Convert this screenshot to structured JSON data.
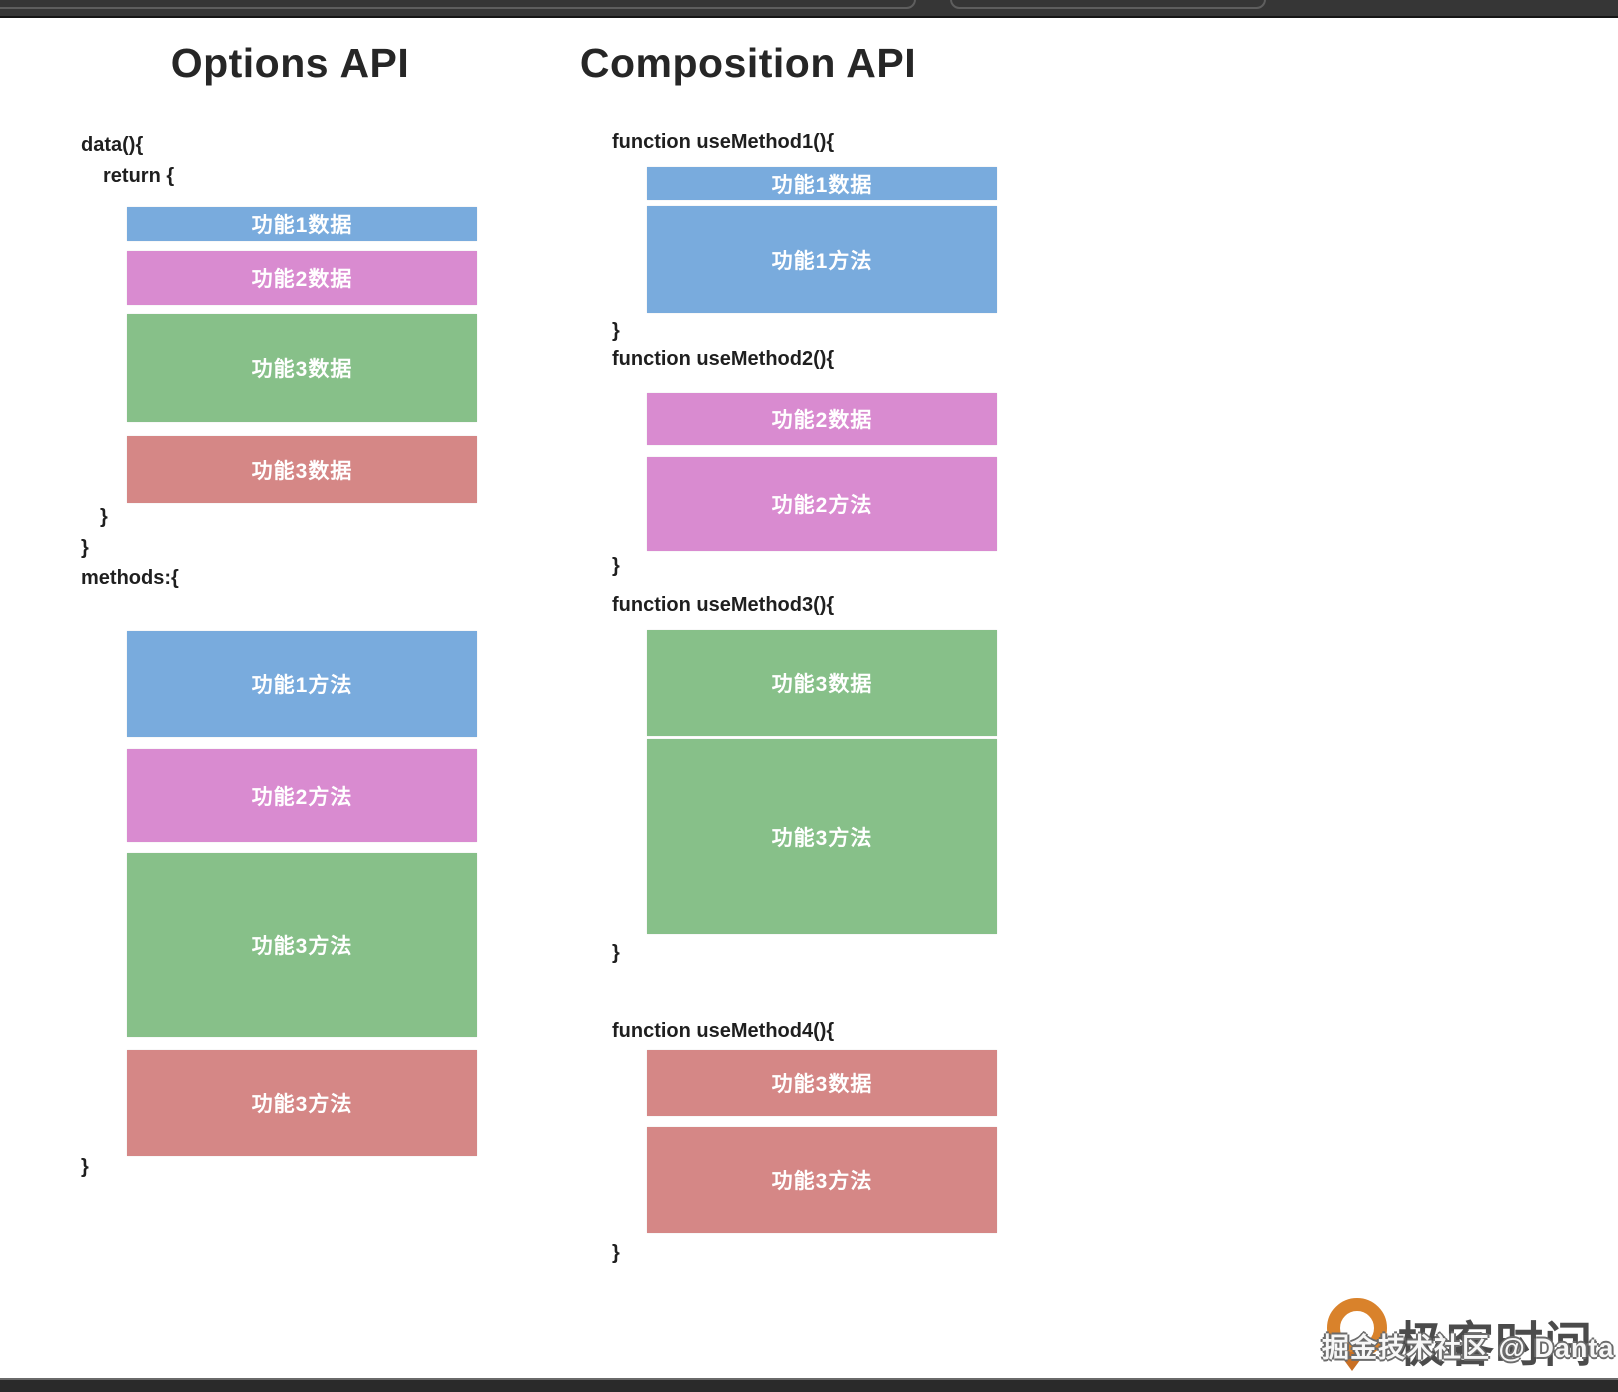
{
  "titles": {
    "options": "Options API",
    "composition": "Composition API"
  },
  "colors": {
    "feature1_blue": "#79ABDD",
    "feature2_pink": "#D98BD0",
    "feature3_green": "#87C089",
    "feature4_red": "#D58786",
    "chrome_bar": "#363636",
    "orange_logo": "#D9822B"
  },
  "options_api": {
    "line_data_open": "data(){",
    "line_return_open": "return {",
    "line_return_close": "}",
    "line_data_close": "}",
    "line_methods_open": "methods:{",
    "line_methods_close": "}",
    "blocks": [
      {
        "label": "功能1数据",
        "color": "#79ABDD"
      },
      {
        "label": "功能2数据",
        "color": "#D98BD0"
      },
      {
        "label": "功能3数据",
        "color": "#87C089"
      },
      {
        "label": "功能3数据",
        "color": "#D58786"
      },
      {
        "label": "功能1方法",
        "color": "#79ABDD"
      },
      {
        "label": "功能2方法",
        "color": "#D98BD0"
      },
      {
        "label": "功能3方法",
        "color": "#87C089"
      },
      {
        "label": "功能3方法",
        "color": "#D58786"
      }
    ]
  },
  "composition_api": {
    "functions": [
      {
        "header": "function useMethod1(){",
        "close": "}",
        "blocks": [
          {
            "label": "功能1数据",
            "color": "#79ABDD"
          },
          {
            "label": "功能1方法",
            "color": "#79ABDD"
          }
        ]
      },
      {
        "header": "function useMethod2(){",
        "close": "}",
        "blocks": [
          {
            "label": "功能2数据",
            "color": "#D98BD0"
          },
          {
            "label": "功能2方法",
            "color": "#D98BD0"
          }
        ]
      },
      {
        "header": "function useMethod3(){",
        "close": "}",
        "blocks": [
          {
            "label": "功能3数据",
            "color": "#87C089"
          },
          {
            "label": "功能3方法",
            "color": "#87C089"
          }
        ]
      },
      {
        "header": "function useMethod4(){",
        "close": "}",
        "blocks": [
          {
            "label": "功能3数据",
            "color": "#D58786"
          },
          {
            "label": "功能3方法",
            "color": "#D58786"
          }
        ]
      }
    ]
  },
  "watermark": {
    "logo_text": "极客时间",
    "overlay_text": "掘金技术社区 @ Danta"
  }
}
